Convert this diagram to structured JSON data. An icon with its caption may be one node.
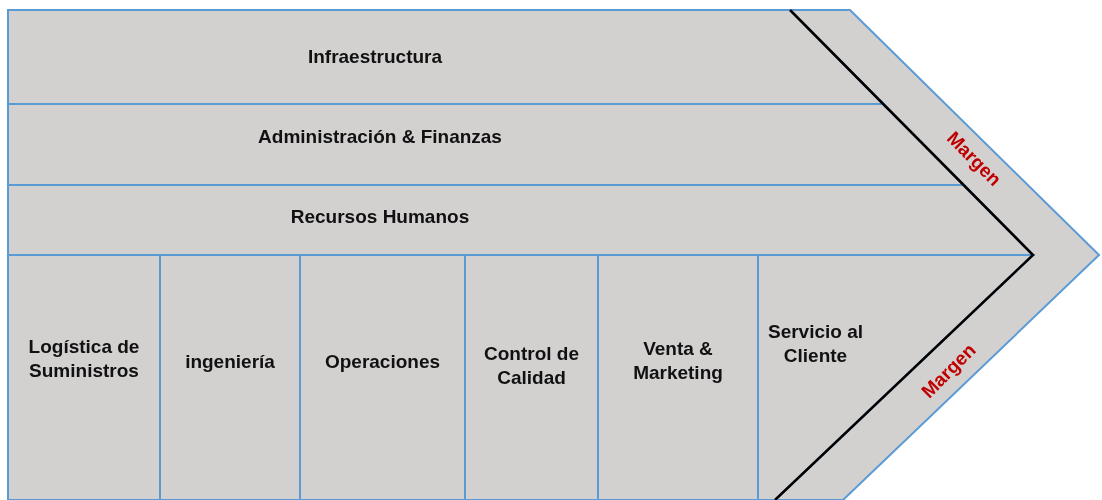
{
  "diagram": {
    "nodes": [
      {
        "text": [
          "Infraestructura"
        ]
      },
      {
        "text": [
          "Administración & Finanzas"
        ]
      },
      {
        "text": [
          "Recursos Humanos"
        ]
      },
      {
        "text": [
          "Logística de Suministros"
        ]
      },
      {
        "text": [
          "ingeniería"
        ]
      },
      {
        "text": [
          "Operaciones"
        ]
      },
      {
        "text": [
          "Control de Calidad"
        ]
      },
      {
        "text": [
          "Venta & Marketing"
        ]
      },
      {
        "text": [
          "Servicio al Cliente"
        ]
      }
    ],
    "labels": [
      "Margen",
      "Margen"
    ]
  }
}
